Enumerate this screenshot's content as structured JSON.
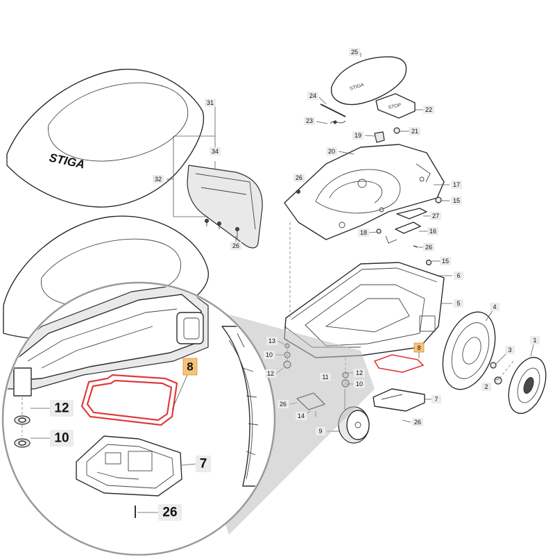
{
  "title": "",
  "brand": {
    "logo_text": "STIGA",
    "stop_text": "STOP",
    "highlight_color": "#f5c27a",
    "gasket_color": "#e03a3a"
  },
  "callouts": {
    "c1": "1",
    "c2": "2",
    "c3": "3",
    "c4": "4",
    "c5": "5",
    "c6": "6",
    "c7": "7",
    "c7b": "7",
    "c8": "8",
    "c9": "9",
    "c10": "10",
    "c10b": "10",
    "c11": "11",
    "c12": "12",
    "c12b": "12",
    "c13": "13",
    "c14": "14",
    "c15": "15",
    "c15b": "15",
    "c16": "16",
    "c17": "17",
    "c18": "18",
    "c19": "19",
    "c20": "20",
    "c21": "21",
    "c22": "22",
    "c23": "23",
    "c24": "24",
    "c25": "25",
    "c26a": "26",
    "c26b": "26",
    "c26c": "26",
    "c26d": "26",
    "c26e": "26",
    "c27": "27",
    "c31": "31",
    "c32": "32",
    "c34": "34"
  },
  "zoom_callouts": {
    "z8": "8",
    "z12": "12",
    "z10": "10",
    "z7": "7",
    "z26": "26"
  },
  "highlighted_part": "8"
}
